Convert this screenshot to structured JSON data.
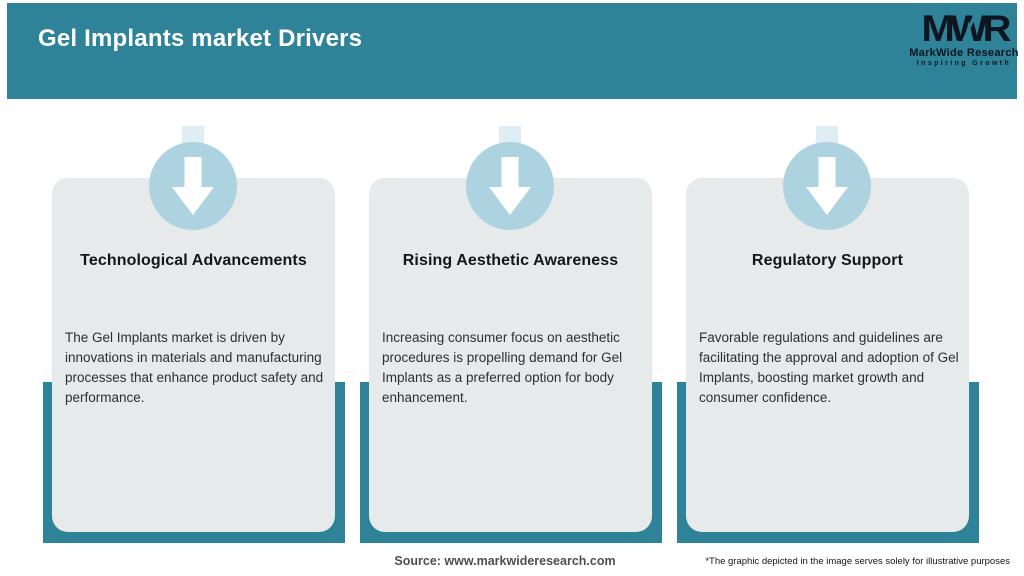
{
  "header": {
    "title": "Gel Implants market Drivers",
    "logo": {
      "monogram": "MWR",
      "name": "MarkWide Research",
      "tagline": "Inspiring Growth"
    }
  },
  "cards": [
    {
      "title": "Technological Advancements",
      "body": "The Gel Implants market is driven by innovations in materials and manufacturing processes that enhance product safety and performance."
    },
    {
      "title": "Rising Aesthetic Awareness",
      "body": "Increasing consumer focus on aesthetic procedures is propelling demand for Gel Implants as a preferred option for body enhancement."
    },
    {
      "title": "Regulatory Support",
      "body": "Favorable regulations and guidelines are facilitating the approval and adoption of Gel Implants, boosting market growth and consumer confidence."
    }
  ],
  "footer": {
    "source": "Source: www.markwideresearch.com",
    "disclaimer": "*The graphic depicted in the image serves solely for illustrative purposes"
  },
  "colors": {
    "header_teal": "#2f8399",
    "card_background": "#e7eaea",
    "circle_blue": "#aed3e0",
    "arrow_white": "#ffffff",
    "logo_ink": "#0d1520",
    "title_white": "#ffffff"
  },
  "icons": [
    {
      "name": "down-arrow-icon",
      "glyph": "⬇"
    }
  ]
}
